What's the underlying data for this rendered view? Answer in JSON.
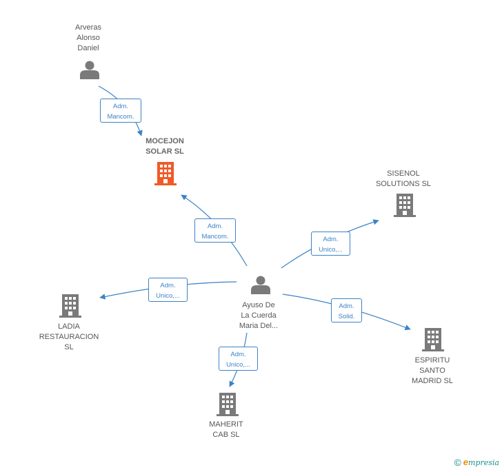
{
  "colors": {
    "edge": "#3b82c4",
    "company": "#7a7a7a",
    "focus_company": "#f05a28",
    "person": "#7a7a7a"
  },
  "nodes": {
    "arveras": {
      "label": "Arveras\nAlonso\nDaniel",
      "icon": "person-icon"
    },
    "mocejon": {
      "label": "MOCEJON\nSOLAR  SL",
      "icon": "building-icon"
    },
    "sisenol": {
      "label": "SISENOL\nSOLUTIONS  SL",
      "icon": "building-icon"
    },
    "ayuso": {
      "label": "Ayuso De\nLa Cuerda\nMaria Del...",
      "icon": "person-icon"
    },
    "ladia": {
      "label": "LADIA\nRESTAURACION\nSL",
      "icon": "building-icon"
    },
    "espiritu": {
      "label": "ESPIRITU\nSANTO\nMADRID  SL",
      "icon": "building-icon"
    },
    "maherit": {
      "label": "MAHERIT\nCAB  SL",
      "icon": "building-icon"
    }
  },
  "edges": {
    "e1": {
      "label": "Adm.\nMancom."
    },
    "e2": {
      "label": "Adm.\nMancom."
    },
    "e3": {
      "label": "Adm.\nUnico,..."
    },
    "e4": {
      "label": "Adm.\nUnico,..."
    },
    "e5": {
      "label": "Adm.\nSolid."
    },
    "e6": {
      "label": "Adm.\nUnico,..."
    }
  },
  "footer": {
    "copyright": "©",
    "brand_e": "e",
    "brand_rest": "mpresia"
  }
}
